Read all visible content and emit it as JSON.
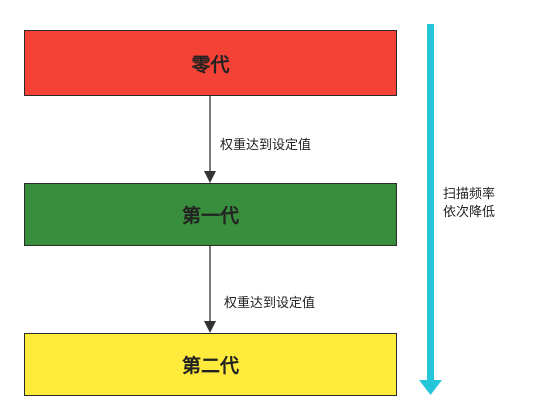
{
  "diagram": {
    "boxes": [
      {
        "label": "零代",
        "color": "#F44336"
      },
      {
        "label": "第一代",
        "color": "#388E3C"
      },
      {
        "label": "第二代",
        "color": "#FFEB3B"
      }
    ],
    "edges": [
      {
        "label": "权重达到设定值"
      },
      {
        "label": "权重达到设定值"
      }
    ],
    "side_arrow": {
      "line1": "扫描频率",
      "line2": "依次降低",
      "color": "#26C6DA"
    }
  }
}
